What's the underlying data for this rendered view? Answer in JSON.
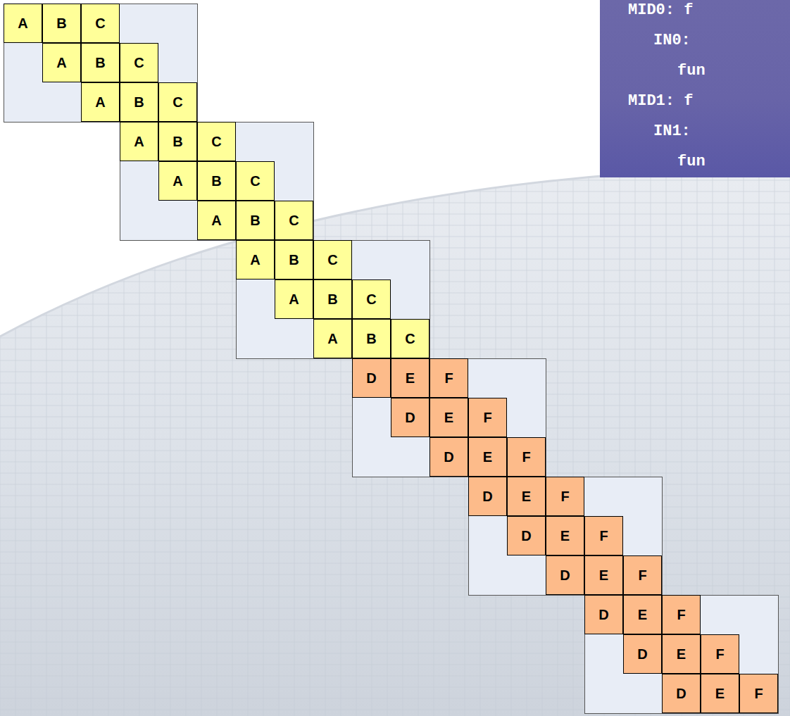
{
  "diagram": {
    "nodes": [
      {
        "text": [
          "A"
        ]
      },
      {
        "text": [
          "B"
        ]
      },
      {
        "text": [
          "C"
        ]
      },
      {
        "text": [
          "A"
        ]
      },
      {
        "text": [
          "B"
        ]
      },
      {
        "text": [
          "C"
        ]
      },
      {
        "text": [
          "A"
        ]
      },
      {
        "text": [
          "B"
        ]
      },
      {
        "text": [
          "C"
        ]
      },
      {
        "text": [
          "A"
        ]
      },
      {
        "text": [
          "B"
        ]
      },
      {
        "text": [
          "C"
        ]
      },
      {
        "text": [
          "A"
        ]
      },
      {
        "text": [
          "B"
        ]
      },
      {
        "text": [
          "C"
        ]
      },
      {
        "text": [
          "A"
        ]
      },
      {
        "text": [
          "B"
        ]
      },
      {
        "text": [
          "C"
        ]
      },
      {
        "text": [
          "A"
        ]
      },
      {
        "text": [
          "B"
        ]
      },
      {
        "text": [
          "C"
        ]
      },
      {
        "text": [
          "A"
        ]
      },
      {
        "text": [
          "B"
        ]
      },
      {
        "text": [
          "C"
        ]
      },
      {
        "text": [
          "A"
        ]
      },
      {
        "text": [
          "B"
        ]
      },
      {
        "text": [
          "C"
        ]
      },
      {
        "text": [
          "D"
        ]
      },
      {
        "text": [
          "E"
        ]
      },
      {
        "text": [
          "F"
        ]
      },
      {
        "text": [
          "D"
        ]
      },
      {
        "text": [
          "E"
        ]
      },
      {
        "text": [
          "F"
        ]
      },
      {
        "text": [
          "D"
        ]
      },
      {
        "text": [
          "E"
        ]
      },
      {
        "text": [
          "F"
        ]
      },
      {
        "text": [
          "D"
        ]
      },
      {
        "text": [
          "E"
        ]
      },
      {
        "text": [
          "F"
        ]
      },
      {
        "text": [
          "D"
        ]
      },
      {
        "text": [
          "E"
        ]
      },
      {
        "text": [
          "F"
        ]
      },
      {
        "text": [
          "D"
        ]
      },
      {
        "text": [
          "E"
        ]
      },
      {
        "text": [
          "F"
        ]
      },
      {
        "text": [
          "D"
        ]
      },
      {
        "text": [
          "E"
        ]
      },
      {
        "text": [
          "F"
        ]
      },
      {
        "text": [
          "D"
        ]
      },
      {
        "text": [
          "E"
        ]
      },
      {
        "text": [
          "F"
        ]
      },
      {
        "text": [
          "D"
        ]
      },
      {
        "text": [
          "E"
        ]
      },
      {
        "text": [
          "F"
        ]
      },
      {
        "text": [
          "MID0: f",
          "IN0:",
          "fun",
          "MID1: f",
          "IN1:",
          "fun"
        ]
      }
    ]
  }
}
